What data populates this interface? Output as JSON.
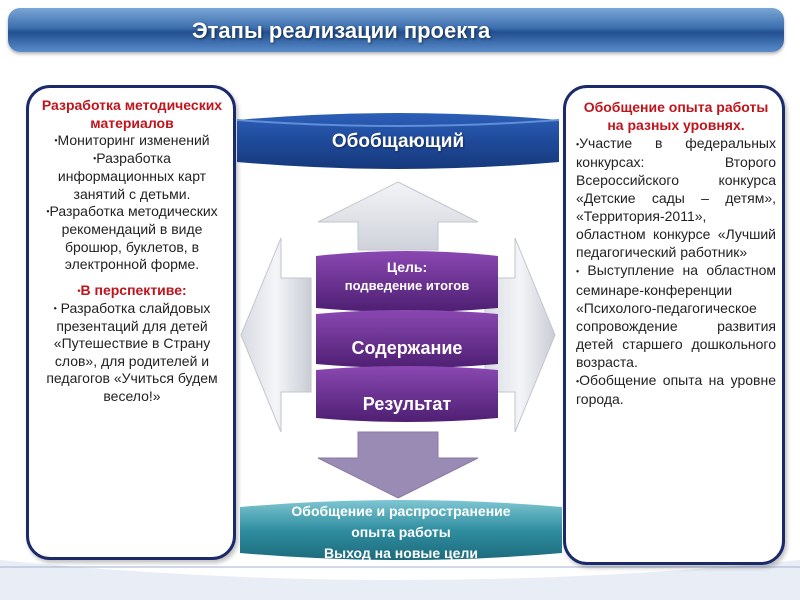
{
  "title": "Этапы реализации проекта",
  "colors": {
    "title_bar": "#2f5f9f",
    "box_border": "#1b2a6b",
    "accent_red": "#c0141c",
    "cylinder_blue": "#2553a8",
    "stack_purple": "#6a2f8e",
    "bottom_teal": "#2f8ea0"
  },
  "left": {
    "heading": "Разработка методических материалов",
    "items": [
      "Мониторинг изменений",
      "Разработка информационных карт занятий с детьми.",
      "Разработка методических рекомендаций в виде брошюр, буклетов, в электронной форме."
    ],
    "perspective_heading": "В перспективе:",
    "perspective_items": [
      "Разработка слайдовых презентаций для детей «Путешествие в Страну слов», для родителей и педагогов «Учиться будем весело!»"
    ]
  },
  "center": {
    "top_label": "Обобщающий",
    "goal_label": "Цель:",
    "goal_text": "подведение итогов",
    "content_label": "Содержание",
    "result_label": "Результат",
    "bottom_line1": "Обобщение и распространение",
    "bottom_line2": "опыта работы",
    "bottom_line3": "Выход на новые цели"
  },
  "right": {
    "heading": "Обобщение опыта работы на разных уровнях.",
    "items": [
      "Участие в федеральных конкурсах: Второго Всероссийского конкурса «Детские сады – детям», «Территория-2011», областном конкурсе «Лучший педагогический работник»",
      "Выступление на областном семинаре-конференции «Психолого-педагогическое сопровождение развития детей старшего дошкольного возраста.",
      "Обобщение опыта на уровне города."
    ]
  }
}
